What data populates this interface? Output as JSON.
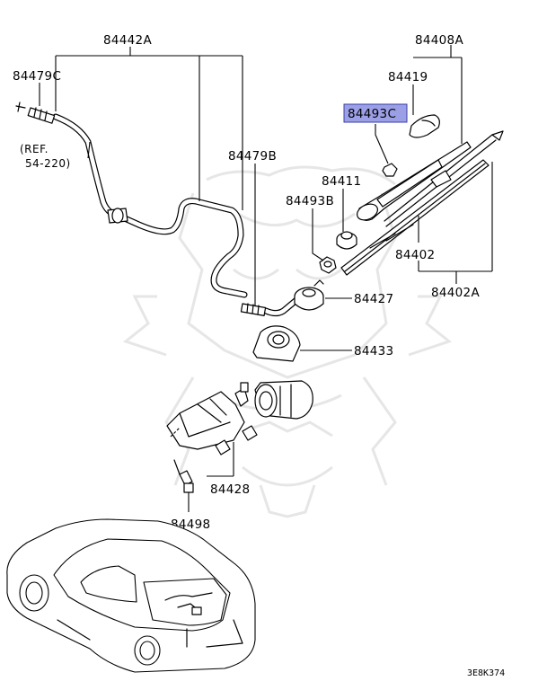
{
  "labels": {
    "wiper_hose": "84442A",
    "joint_c": "84479C",
    "ref_line1": "(REF.",
    "ref_line2": "54-220)",
    "joint_b": "84479B",
    "cap_nut": "84493B",
    "nut": "84411",
    "grommet": "84427",
    "seal": "84433",
    "motor": "84428",
    "bolt": "84498",
    "arm_assy": "84408A",
    "arm_cover": "84419",
    "arm_nut_highlighted": "84493C",
    "blade": "84402",
    "blade_assy": "84402A"
  },
  "highlight": {
    "part": "84493C",
    "color": "#9b9fe6"
  },
  "diagram_code": "3E8K374",
  "watermark": "samurai-helmet-logo"
}
